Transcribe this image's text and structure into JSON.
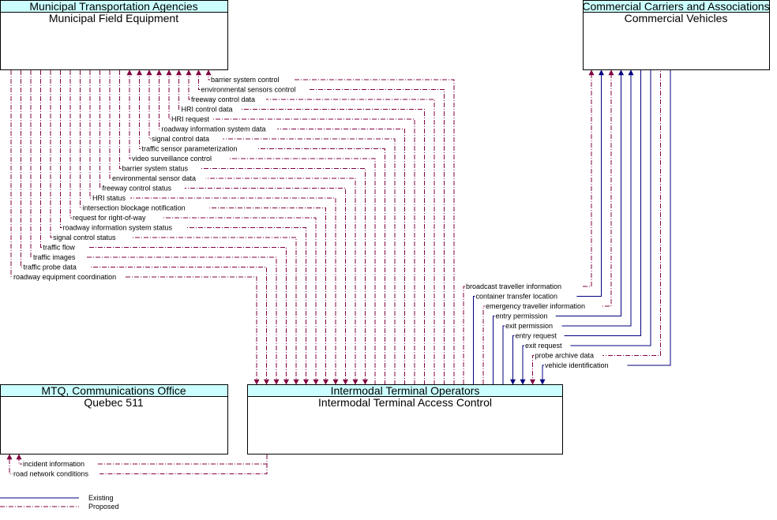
{
  "colors": {
    "header_fill": "#ccffff",
    "existing": "#000080",
    "proposed": "#800040"
  },
  "boxes": {
    "municipal": {
      "header": "Municipal Transportation Agencies",
      "name": "Municipal Field Equipment"
    },
    "commercial": {
      "header": "Commercial Carriers and Associations",
      "name": "Commercial Vehicles"
    },
    "mtq": {
      "header": "MTQ, Communications Office",
      "name": "Quebec 511"
    },
    "intermodal": {
      "header": "Intermodal Terminal Operators",
      "name": "Intermodal Terminal Access Control"
    }
  },
  "flows_municipal": [
    {
      "label": "barrier system control",
      "status": "proposed",
      "direction": "to_municipal"
    },
    {
      "label": "environmental sensors control",
      "status": "proposed",
      "direction": "to_municipal"
    },
    {
      "label": "freeway control data",
      "status": "proposed",
      "direction": "to_municipal"
    },
    {
      "label": "HRI control data",
      "status": "proposed",
      "direction": "to_municipal"
    },
    {
      "label": "HRI request",
      "status": "proposed",
      "direction": "to_municipal"
    },
    {
      "label": "roadway information system data",
      "status": "proposed",
      "direction": "to_municipal"
    },
    {
      "label": "signal control data",
      "status": "proposed",
      "direction": "to_municipal"
    },
    {
      "label": "traffic sensor parameterization",
      "status": "proposed",
      "direction": "to_municipal"
    },
    {
      "label": "video surveillance control",
      "status": "proposed",
      "direction": "to_municipal"
    },
    {
      "label": "barrier system status",
      "status": "proposed",
      "direction": "to_intermodal"
    },
    {
      "label": "environmental sensor data",
      "status": "proposed",
      "direction": "to_intermodal"
    },
    {
      "label": "freeway control status",
      "status": "proposed",
      "direction": "to_intermodal"
    },
    {
      "label": "HRI status",
      "status": "proposed",
      "direction": "to_intermodal"
    },
    {
      "label": "intersection blockage notification",
      "status": "proposed",
      "direction": "to_intermodal"
    },
    {
      "label": "request for right-of-way",
      "status": "proposed",
      "direction": "to_intermodal"
    },
    {
      "label": "roadway information system status",
      "status": "proposed",
      "direction": "to_intermodal"
    },
    {
      "label": "signal control status",
      "status": "proposed",
      "direction": "to_intermodal"
    },
    {
      "label": "traffic flow",
      "status": "proposed",
      "direction": "to_intermodal"
    },
    {
      "label": "traffic images",
      "status": "proposed",
      "direction": "to_intermodal"
    },
    {
      "label": "traffic probe data",
      "status": "proposed",
      "direction": "to_intermodal"
    },
    {
      "label": "roadway equipment coordination",
      "status": "proposed",
      "direction": "to_intermodal"
    }
  ],
  "flows_commercial": [
    {
      "label": "broadcast traveller information",
      "status": "proposed",
      "direction": "to_commercial"
    },
    {
      "label": "container transfer location",
      "status": "existing",
      "direction": "to_commercial"
    },
    {
      "label": "emergency traveller information",
      "status": "proposed",
      "direction": "to_commercial"
    },
    {
      "label": "entry permission",
      "status": "existing",
      "direction": "to_commercial"
    },
    {
      "label": "exit permission",
      "status": "existing",
      "direction": "to_commercial"
    },
    {
      "label": "entry request",
      "status": "existing",
      "direction": "to_intermodal"
    },
    {
      "label": "exit request",
      "status": "existing",
      "direction": "to_intermodal"
    },
    {
      "label": "probe archive data",
      "status": "proposed",
      "direction": "to_intermodal"
    },
    {
      "label": "vehicle identification",
      "status": "existing",
      "direction": "to_intermodal"
    }
  ],
  "flows_quebec": [
    {
      "label": "incident information",
      "status": "proposed"
    },
    {
      "label": "road network conditions",
      "status": "proposed"
    }
  ],
  "legend": {
    "existing": "Existing",
    "proposed": "Proposed"
  }
}
